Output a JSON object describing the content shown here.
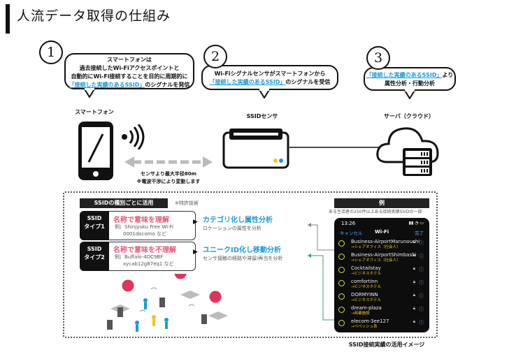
{
  "title": "人流データ取得の仕組み",
  "steps": [
    {
      "num": "1",
      "line1": "スマートフォンは",
      "line2": "過去接続したWi-Fiアクセスポイントと",
      "line3": "自動的にWi-Fi接続することを目的に周期的に",
      "highlight": "「接続した実績のあるSSID」",
      "tail": "のシグナルを発信"
    },
    {
      "num": "2",
      "line1": "Wi-Fiシグナルセンサがスマートフォンから",
      "highlight": "「接続した実績のあるSSID」",
      "tail": "のシグナルを受信"
    },
    {
      "num": "3",
      "highlight": "「接続した実績のあるSSID」",
      "tail": "より",
      "line2": "属性分析・行動分析"
    }
  ],
  "labels": {
    "smartphone": "スマートフォン",
    "sensor": "SSIDセンサ",
    "server": "サーバ（クラウド）",
    "range_line1": "センサより最大半径80m",
    "range_line2": "※電波干渉により変動します"
  },
  "usage": {
    "header": "SSIDの種別ごとに活用",
    "patent": "※特許技術",
    "types": [
      {
        "label1": "SSID",
        "label2": "タイプ1",
        "title": "名称で意味を理解",
        "ex1": "例）Shinjyuku Free Wi-Fi",
        "ex2": "0001docomo など",
        "result": "カテゴリ化し属性分析",
        "result_sub": "ロケーションの属性を分析"
      },
      {
        "label1": "SSID",
        "label2": "タイプ2",
        "title": "名称で意味を不理解",
        "ex1": "例）Buffalo-4DC9BF",
        "ex2": "xycab12g87eq1 など",
        "result": "ユニークID化し移動分析",
        "result_sub": "センサ接触の経路や滞留/再当を分析"
      }
    ]
  },
  "example": {
    "header": "例",
    "note": "ある生活者の250件以上ある接続実績SSIDの一部",
    "phone": {
      "time": "13:26",
      "cancel": "キャンセル",
      "title": "Wi-Fi",
      "help": "完了",
      "networks": [
        {
          "name": "Business-AirportMarunouchi",
          "tag": "→シェアオフィス（社会人）"
        },
        {
          "name": "Business-AirportShimbashi",
          "tag": "→シェアオフィス（社会人）"
        },
        {
          "name": "Cocktailstay",
          "tag": "→ビジネスホテル"
        },
        {
          "name": "comfortinn",
          "tag": "→ビジネスホテル"
        },
        {
          "name": "DORMYINN",
          "tag": "→ビジネスホテル"
        },
        {
          "name": "dream-plaza",
          "tag": "→商業施設"
        },
        {
          "name": "elecom-3ee127",
          "tag": "→ペペッシュ系"
        }
      ]
    }
  },
  "footer": "SSID接続実績の活用イメージ",
  "colors": {
    "accent": "#1a9ad6",
    "pink": "#e05a78",
    "ring": "#d7e340",
    "tag": "#f2c31e"
  }
}
